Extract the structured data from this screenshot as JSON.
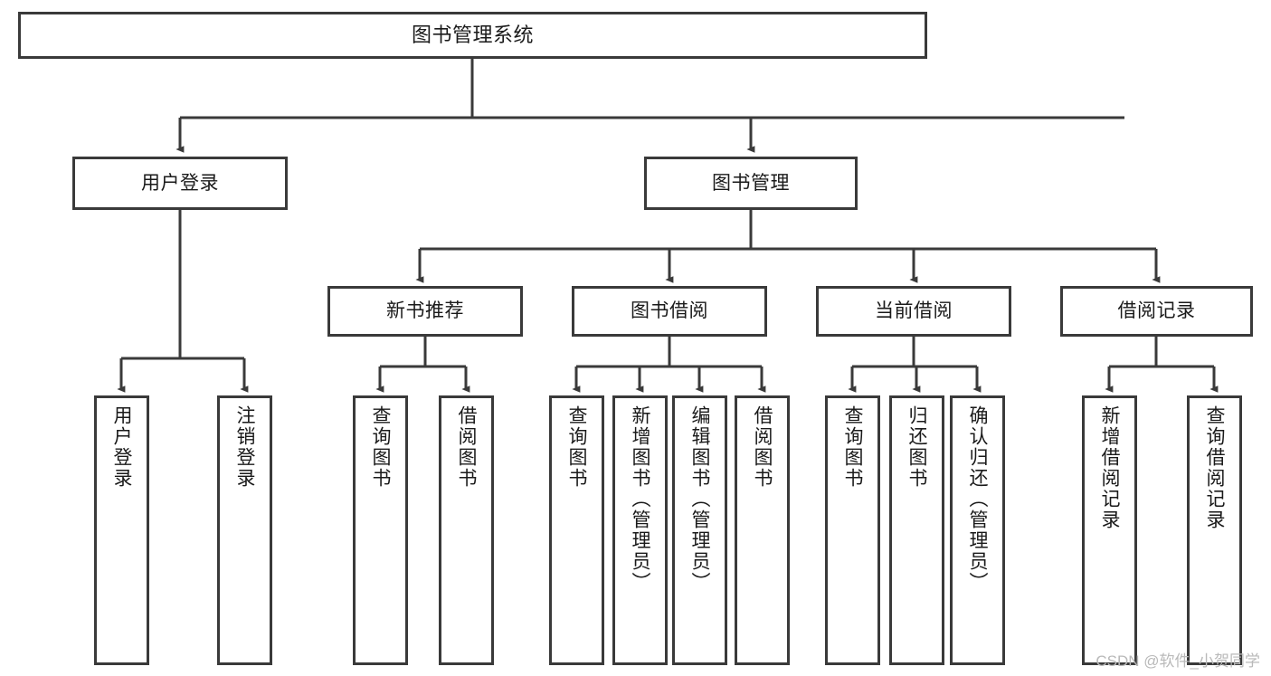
{
  "diagram": {
    "type": "tree-hierarchy",
    "title": "图书管理系统",
    "watermark": "CSDN @软件_小贺同学",
    "colors": {
      "box_border": "#3a3a3a",
      "box_fill": "#ffffff",
      "edge": "#3a3a3a",
      "text": "#1a1a1a",
      "watermark": "#b9b9b9",
      "background": "#ffffff"
    },
    "nodes": {
      "root": {
        "label": "图书管理系统"
      },
      "level2": [
        {
          "id": "user-login",
          "label": "用户登录"
        },
        {
          "id": "book-manage",
          "label": "图书管理"
        }
      ],
      "level3": [
        {
          "id": "new-book-recommend",
          "label": "新书推荐"
        },
        {
          "id": "book-borrow",
          "label": "图书借阅"
        },
        {
          "id": "current-borrow",
          "label": "当前借阅"
        },
        {
          "id": "borrow-record",
          "label": "借阅记录"
        }
      ],
      "leaves": {
        "user_login": [
          {
            "id": "leaf-user-login",
            "label": "用户登录"
          },
          {
            "id": "leaf-logout-login",
            "label": "注销登录"
          }
        ],
        "new_book_recommend": [
          {
            "id": "leaf-query-book-1",
            "label": "查询图书"
          },
          {
            "id": "leaf-borrow-book-1",
            "label": "借阅图书"
          }
        ],
        "book_borrow": [
          {
            "id": "leaf-query-book-2",
            "label": "查询图书"
          },
          {
            "id": "leaf-add-book",
            "label": "新增图书（管理员）"
          },
          {
            "id": "leaf-edit-book",
            "label": "编辑图书（管理员）"
          },
          {
            "id": "leaf-borrow-book-2",
            "label": "借阅图书"
          }
        ],
        "current_borrow": [
          {
            "id": "leaf-query-book-3",
            "label": "查询图书"
          },
          {
            "id": "leaf-return-book",
            "label": "归还图书"
          },
          {
            "id": "leaf-confirm-return",
            "label": "确认归还（管理员）"
          }
        ],
        "borrow_record": [
          {
            "id": "leaf-add-record",
            "label": "新增借阅记录"
          },
          {
            "id": "leaf-query-record",
            "label": "查询借阅记录"
          }
        ]
      }
    }
  }
}
